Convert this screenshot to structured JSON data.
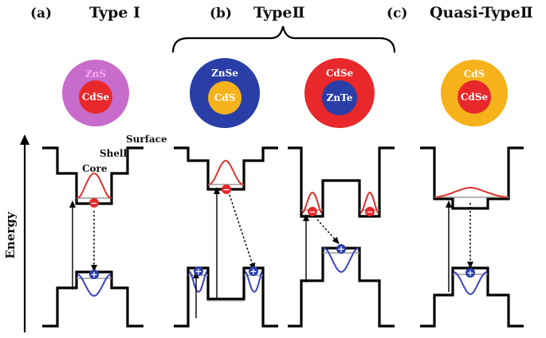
{
  "panels": [
    {
      "letter": "(a)",
      "title": "Type Ⅰ"
    },
    {
      "letter": "(b)",
      "title": "TypeⅡ"
    },
    {
      "letter": "(c)",
      "title": "Quasi-TypeⅡ"
    }
  ],
  "axis_label": "Energy",
  "region_labels": {
    "core": "Core",
    "shell": "Shell",
    "surface": "Surface"
  },
  "quantum_dots": [
    {
      "shell": "ZnS",
      "core": "CdSe",
      "shell_color": "#c86ccc",
      "core_color": "#e8282a"
    },
    {
      "shell": "ZnSe",
      "core": "CdS",
      "shell_color": "#2a3ea8",
      "core_color": "#f6b21a"
    },
    {
      "shell": "CdSe",
      "core": "ZnTe",
      "shell_color": "#e8282a",
      "core_color": "#2a3ea8"
    },
    {
      "shell": "CdS",
      "core": "CdSe",
      "shell_color": "#f6b21a",
      "core_color": "#e8282a"
    }
  ],
  "colors": {
    "electron": "#e8282a",
    "hole": "#2a3ea8",
    "qd_text_white": "#ffffff",
    "qd_text_pink": "#f2a8f0"
  },
  "symbols": {
    "electron": "−",
    "hole": "+"
  }
}
